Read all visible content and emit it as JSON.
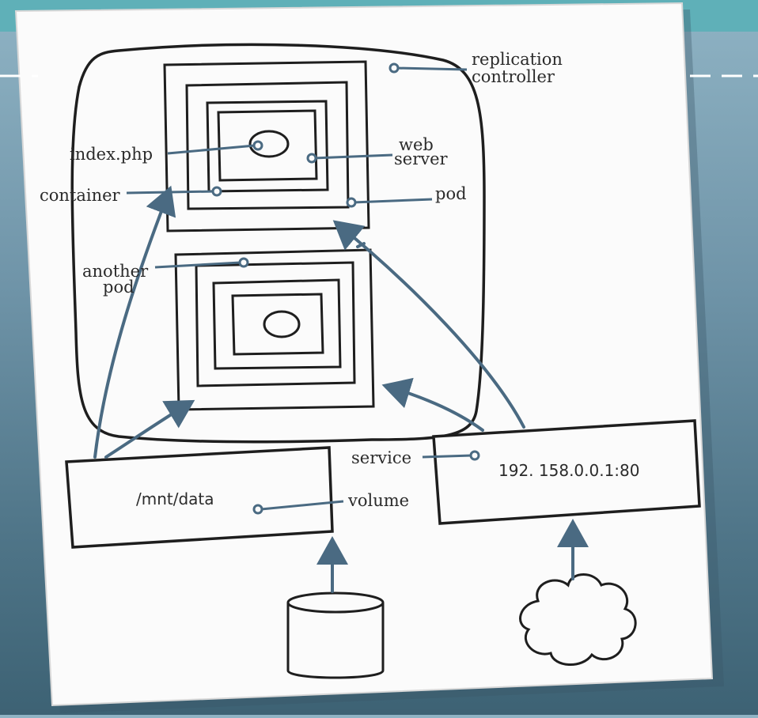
{
  "diagram": {
    "labels": {
      "replication_controller_1": "replication",
      "replication_controller_2": "controller",
      "index_php": "index.php",
      "web_1": "web",
      "web_2": "server",
      "container": "container",
      "pod": "pod",
      "another_pod_1": "another",
      "another_pod_2": "pod",
      "service": "service",
      "volume": "volume",
      "mnt_data": "/mnt/data",
      "ip": "192. 158.0.0.1:80"
    },
    "colors": {
      "ink": "#1e1e1e",
      "arrow": "#4a6a82",
      "paper": "#fbfbfb",
      "background": "#6f94a8"
    },
    "icons": [
      "database-cylinder-icon",
      "internet-cloud-icon"
    ]
  }
}
